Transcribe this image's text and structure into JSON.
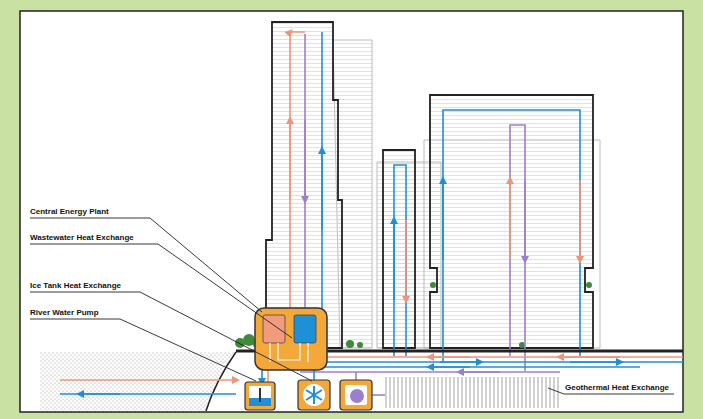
{
  "diagram": {
    "labels": [
      "Central Energy Plant",
      "Wastewater Heat Exchange",
      "Ice Tank Heat Exchange",
      "River Water Pump",
      "Geothermal Heat Exchange"
    ]
  }
}
